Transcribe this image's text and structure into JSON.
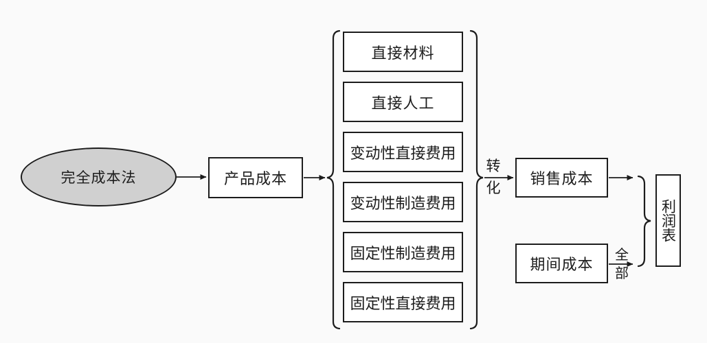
{
  "figure": {
    "colors": {
      "background": "#fafafa",
      "ink": "#1c1c1c",
      "ellipse_fill": "#d0d0d0",
      "box_fill": "#ffffff"
    },
    "nodes": {
      "method": {
        "label": "完全成本法",
        "shape": "ellipse"
      },
      "product_cost": {
        "label": "产品成本"
      },
      "cost_items": [
        {
          "label": "直接材料"
        },
        {
          "label": "直接人工"
        },
        {
          "label": "变动性直接费用"
        },
        {
          "label": "变动性制造费用"
        },
        {
          "label": "固定性制造费用"
        },
        {
          "label": "固定性直接费用"
        }
      ],
      "sales_cost": {
        "label": "销售成本"
      },
      "period_cost": {
        "label": "期间成本"
      },
      "income_statement": {
        "label": "利润表"
      }
    },
    "edge_labels": {
      "transform": {
        "line1": "转",
        "line2": "化"
      },
      "full": {
        "line1": "全",
        "line2": "部"
      }
    }
  }
}
